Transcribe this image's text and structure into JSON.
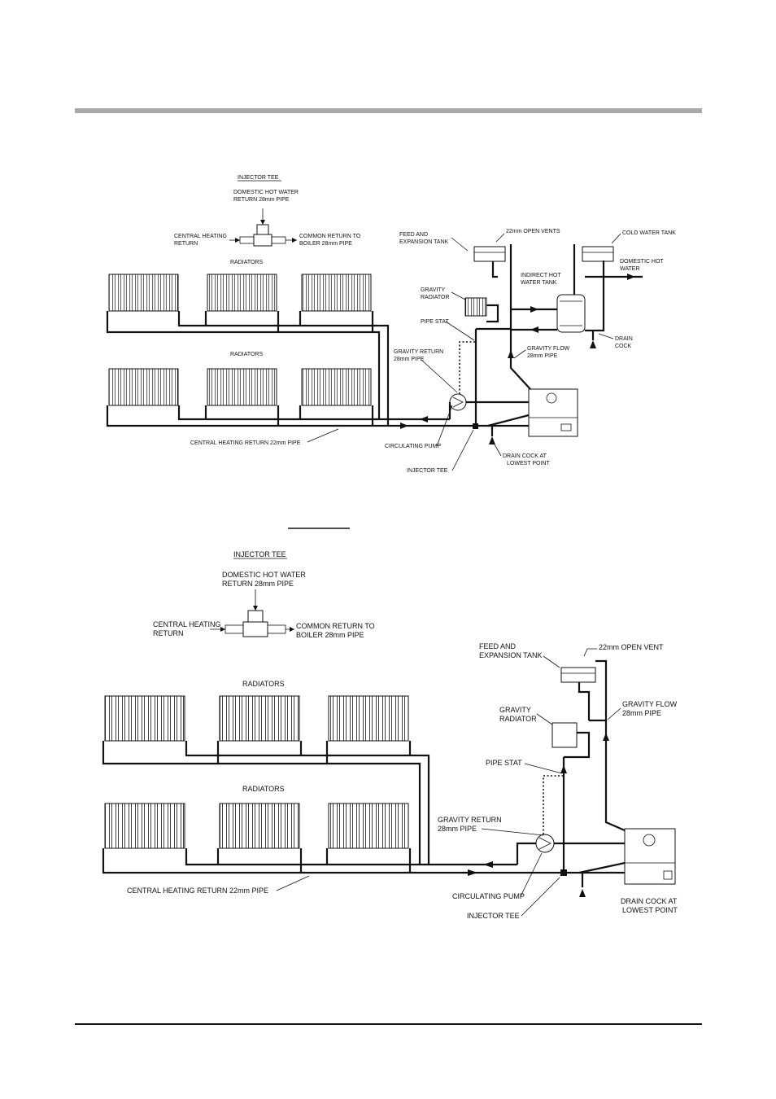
{
  "diagram_a": {
    "injector_tee": "INJECTOR TEE",
    "dhw_return_1": "DOMESTIC HOT WATER",
    "dhw_return_2": "RETURN 28mm PIPE",
    "ch_return_1": "CENTRAL HEATING",
    "ch_return_2": "RETURN",
    "common_return_1": "COMMON RETURN TO",
    "common_return_2": "BOILER 28mm PIPE",
    "radiators_top": "RADIATORS",
    "radiators_bottom": "RADIATORS",
    "feed_tank_1": "FEED AND",
    "feed_tank_2": "EXPANSION TANK",
    "open_vents": "22mm OPEN VENTS",
    "cold_water_tank": "COLD WATER TANK",
    "dhw_1": "DOMESTIC HOT",
    "dhw_2": "WATER",
    "gravity_radiator_1": "GRAVITY",
    "gravity_radiator_2": "RADIATOR",
    "indirect_tank_1": "INDIRECT HOT",
    "indirect_tank_2": "WATER TANK",
    "pipe_stat": "PIPE STAT",
    "gravity_return_1": "GRAVITY RETURN",
    "gravity_return_2": "28mm PIPE",
    "gravity_flow_1": "GRAVITY FLOW",
    "gravity_flow_2": "28mm PIPE",
    "drain_cock_1": "DRAIN",
    "drain_cock_2": "COCK",
    "ch_return_pipe": "CENTRAL HEATING RETURN 22mm PIPE",
    "circulating_pump": "CIRCULATING PUMP",
    "injector_tee_bottom": "INJECTOR TEE",
    "drain_lowest_1": "DRAIN COCK AT",
    "drain_lowest_2": "LOWEST POINT"
  },
  "diagram_b": {
    "injector_tee": "INJECTOR TEE",
    "dhw_return_1": "DOMESTIC HOT WATER",
    "dhw_return_2": "RETURN 28mm PIPE",
    "ch_return_1": "CENTRAL HEATING",
    "ch_return_2": "RETURN",
    "common_return_1": "COMMON RETURN TO",
    "common_return_2": "BOILER 28mm PIPE",
    "feed_tank_1": "FEED AND",
    "feed_tank_2": "EXPANSION TANK",
    "open_vent": "22mm OPEN VENT",
    "radiators_top": "RADIATORS",
    "radiators_bottom": "RADIATORS",
    "gravity_radiator_1": "GRAVITY",
    "gravity_radiator_2": "RADIATOR",
    "gravity_flow_1": "GRAVITY FLOW",
    "gravity_flow_2": "28mm PIPE",
    "pipe_stat": "PIPE STAT",
    "gravity_return_1": "GRAVITY RETURN",
    "gravity_return_2": "28mm PIPE",
    "ch_return_pipe": "CENTRAL HEATING RETURN 22mm PIPE",
    "circulating_pump": "CIRCULATING PUMP",
    "injector_tee_bottom": "INJECTOR TEE",
    "drain_lowest_1": "DRAIN COCK AT",
    "drain_lowest_2": "LOWEST POINT"
  }
}
